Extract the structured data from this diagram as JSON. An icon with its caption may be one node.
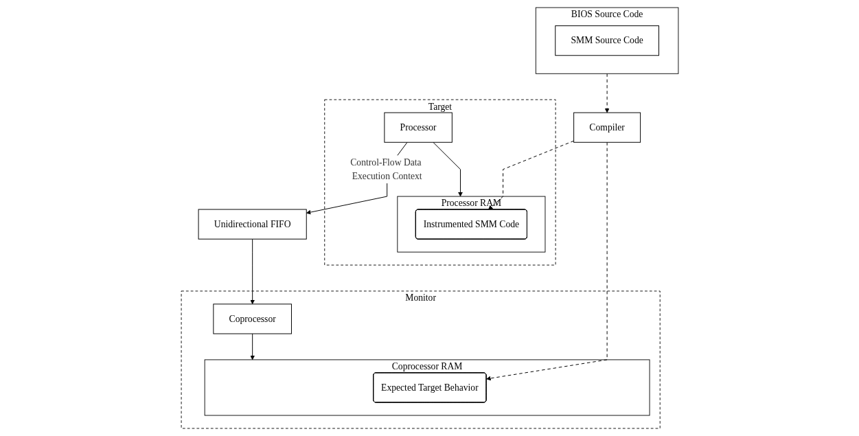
{
  "diagram": {
    "nodes": [
      {
        "text": [
          "Monitor"
        ]
      },
      {
        "text": [
          "Coprocessor"
        ],
        "in": 0
      },
      {
        "text": [
          "Coprocessor RAM"
        ],
        "in": 0
      },
      {
        "text": [
          "Expected Target Behavior"
        ],
        "in": 2
      },
      {
        "text": [
          "Unidirectional FIFO"
        ]
      },
      {
        "text": [
          "Target"
        ]
      },
      {
        "text": [
          "Processor"
        ],
        "in": 5
      },
      {
        "text": [
          "Processor RAM"
        ],
        "in": 5
      },
      {
        "text": [
          "Instrumented SMM Code"
        ],
        "in": 7
      },
      {
        "text": [
          "Compiler"
        ]
      },
      {
        "text": [
          "BIOS Source Code"
        ]
      },
      {
        "text": [
          "SMM Source Code"
        ],
        "in": 10
      }
    ],
    "edges": [
      {
        "from": 6,
        "to": 4,
        "arrow": "to",
        "label": "Control-Flow Data Execution Context"
      },
      {
        "from": 4,
        "to": 1,
        "arrow": "to"
      },
      {
        "from": 1,
        "to": 2,
        "arrow": "to"
      },
      {
        "from": 6,
        "to": 7,
        "arrow": "to"
      },
      {
        "from": 9,
        "to": 3,
        "arrow": "to",
        "style": "dashed"
      },
      {
        "from": 9,
        "to": 8,
        "arrow": "to",
        "style": "dashed"
      },
      {
        "from": 10,
        "to": 9,
        "arrow": "to",
        "style": "dashed"
      }
    ]
  }
}
